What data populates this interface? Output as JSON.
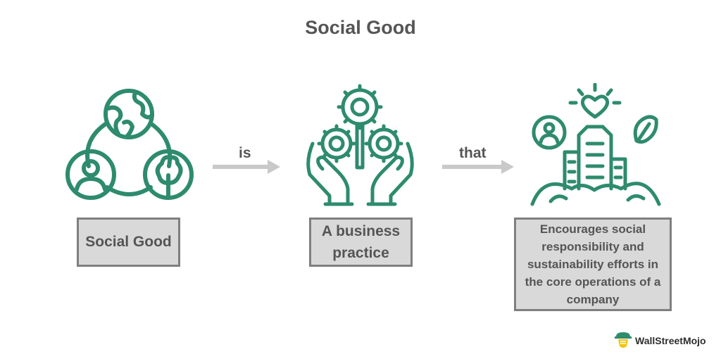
{
  "title": "Social Good",
  "steps": [
    {
      "icon": "social-cycle-icon",
      "label": "Social Good"
    },
    {
      "icon": "hands-gears-icon",
      "label": "A business practice"
    },
    {
      "icon": "sustainable-city-icon",
      "label": "Encourages social responsibility and sustainability efforts in the core operations of a company"
    }
  ],
  "connectors": [
    "is",
    "that"
  ],
  "brand": {
    "name": "WallStreetMojo",
    "icon": "mojo-logo-icon"
  },
  "colors": {
    "accent": "#2e8b6e",
    "box_fill": "#d9d9d9",
    "box_border": "#7f7f7f",
    "text": "#555555",
    "arrow": "#c9c9c9"
  }
}
